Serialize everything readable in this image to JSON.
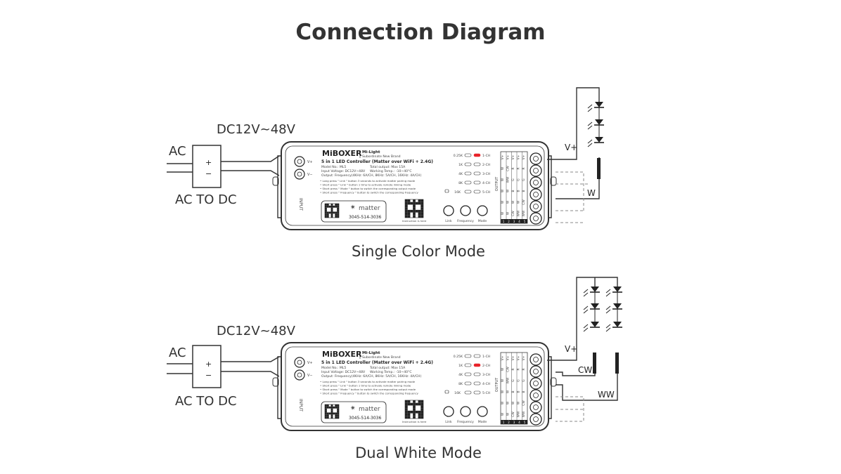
{
  "title": "Connection Diagram",
  "modes": [
    {
      "caption": "Single Color Mode",
      "load_labels": [
        "V+",
        "W"
      ],
      "status_channel": "1-CH"
    },
    {
      "caption": "Dual White Mode",
      "load_labels": [
        "V+",
        "CW",
        "WW"
      ],
      "status_channel": "2-CH"
    }
  ],
  "wiring": {
    "ac": "AC",
    "ac_to_dc": "AC TO DC",
    "dc_range": "DC12V~48V",
    "plus": "+",
    "minus": "−"
  },
  "controller": {
    "brand": "MiBOXER",
    "sub_brand": "Mi-Light",
    "sub_brand_2": "Subordinate New Brand",
    "product_name": "5 in 1 LED Controller (Matter over WiFi + 2.4G)",
    "model": "Model No.: ML5",
    "total_output": "Total output: Max 15A",
    "input_voltage": "Input Voltage: DC12V~48V",
    "working_temp": "Working Temp.: -10~40°C",
    "output_spec": "Output: Frequency(4KHz: 6A/CH, 8KHz: 5A/CH, 16KHz: 4A/CH)",
    "instructions": [
      "• Long press \" Link \" button 3 seconds to activate matter pairing mode",
      "• Short press \" Link \" button 1 time to activate remote linking mode",
      "• Short press \" Mode \" button to switch the corresponding output mode",
      "• Short press \" Frequency \" button to switch the corresponding frequency"
    ],
    "input_label": "INPUT",
    "input_terminals": [
      "V+",
      "V−"
    ],
    "matter_label": "matter",
    "matter_code": "3045-514-3036",
    "qr_caption": "Instruction is here",
    "frequency_labels": [
      "0.25K",
      "1K",
      "4K",
      "8K",
      "16K"
    ],
    "channel_labels": [
      "1-CH",
      "2-CH",
      "3-CH",
      "4-CH",
      "5-CH"
    ],
    "buttons": [
      "Link",
      "Frequency",
      "Mode"
    ],
    "output_label": "OUTPUT",
    "output_columns": [
      [
        "V+",
        "W",
        "W",
        "W",
        "W",
        "W"
      ],
      [
        "V+",
        "CW",
        "WW",
        "W",
        "W",
        "W"
      ],
      [
        "V+",
        "R",
        "G",
        "B",
        "W",
        "CW"
      ],
      [
        "V+",
        "R",
        "G",
        "B",
        "W",
        "WW"
      ],
      [
        "V+",
        "R",
        "G",
        "B",
        "CW",
        "WW"
      ]
    ],
    "output_column_numbers": [
      "1",
      "2",
      "3",
      "4",
      "5"
    ]
  },
  "colors": {
    "line": "#333333",
    "led_active": "#e8232a",
    "text": "#333333"
  }
}
